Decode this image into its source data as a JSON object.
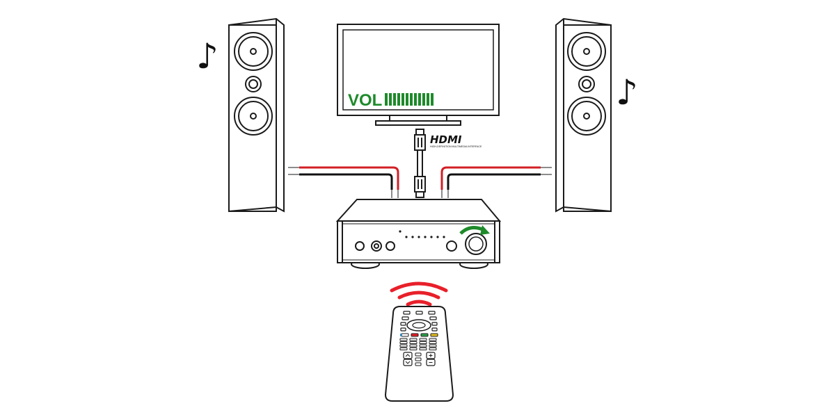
{
  "tv": {
    "volume_label": "VOL",
    "volume_level": 0.85,
    "volume_segments": 14
  },
  "hdmi": {
    "logo_text": "HDMI",
    "tagline": "HIGH-DEFINITION MULTIMEDIA INTERFACE"
  },
  "amplifier": {
    "indicator_count": 8
  },
  "symbols": {
    "left_note": "♪",
    "right_note": "♪"
  },
  "colors": {
    "volume_green": "#1e8a2a",
    "knob_arrow_green": "#1e8a2a",
    "signal_red": "#e8202a",
    "cable_red": "#d21f25",
    "cable_black": "#111111",
    "outline": "#1a1a1a",
    "remote_blue": "#2a8fd6",
    "remote_red": "#e8202a",
    "remote_green": "#2aa24a",
    "remote_yellow": "#e9c21e"
  }
}
